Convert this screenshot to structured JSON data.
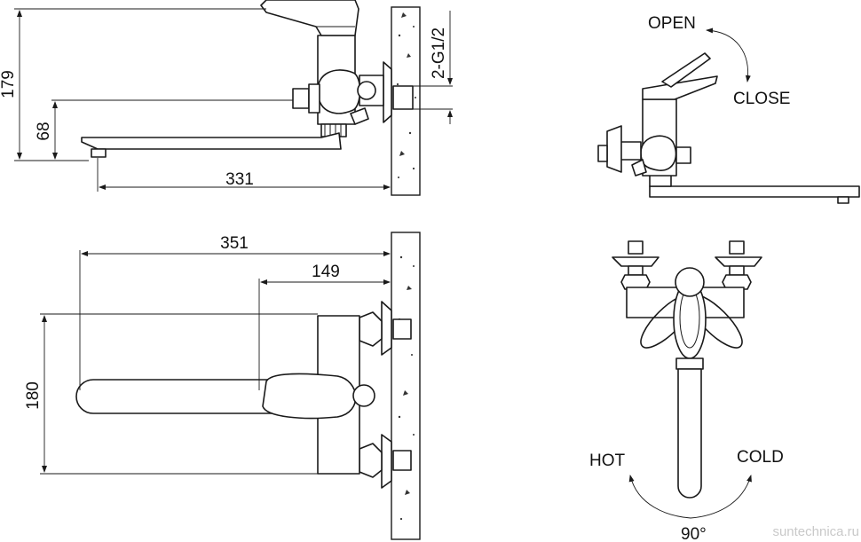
{
  "diagram": {
    "side_view": {
      "height_total": "179",
      "height_spout": "68",
      "length_spout": "331",
      "thread": "2-G1/2"
    },
    "top_view": {
      "length_total": "351",
      "length_handle": "149",
      "width": "180"
    },
    "lever_view": {
      "open": "OPEN",
      "close": "CLOSE"
    },
    "front_view": {
      "hot": "HOT",
      "cold": "COLD",
      "angle": "90°"
    },
    "watermark": "suntechnica.ru"
  }
}
